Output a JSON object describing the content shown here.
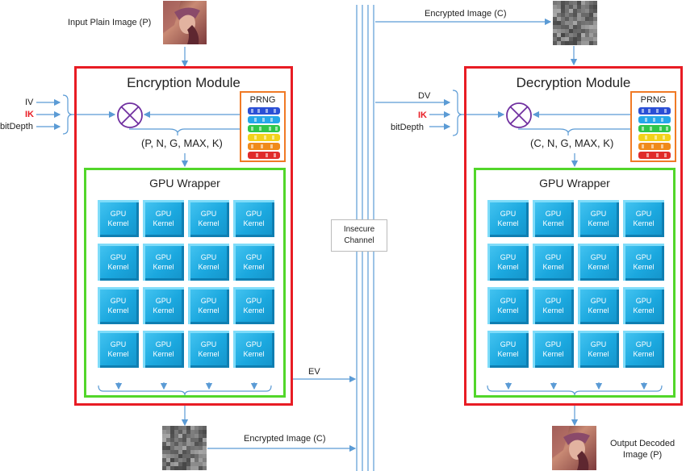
{
  "encryption": {
    "input_label": "Input Plain Image (P)",
    "module_title": "Encryption Module",
    "prng_label": "PRNG",
    "inputs": [
      {
        "label": "IV",
        "highlight": false
      },
      {
        "label": "IK",
        "highlight": true
      },
      {
        "label": "bitDepth",
        "highlight": false
      }
    ],
    "params": "(P, N, G, MAX, K)",
    "wrapper_title": "GPU Wrapper",
    "output_label": "Encrypted Image (C)",
    "ev_label": "EV"
  },
  "channel": {
    "label_line1": "Insecure",
    "label_line2": "Channel"
  },
  "decryption": {
    "input_label": "Encrypted Image (C)",
    "module_title": "Decryption Module",
    "prng_label": "PRNG",
    "inputs": [
      {
        "label": "DV",
        "highlight": false
      },
      {
        "label": "IK",
        "highlight": true
      },
      {
        "label": "bitDepth",
        "highlight": false
      }
    ],
    "params": "(C, N, G, MAX, K)",
    "wrapper_title": "GPU Wrapper",
    "output_label_line1": "Output Decoded",
    "output_label_line2": "Image (P)"
  },
  "kernel": {
    "line1": "GPU",
    "line2": "Kernel"
  },
  "colors": {
    "module_border": "#e81c24",
    "wrapper_border": "#52d62a",
    "prng_border": "#f07a26",
    "kernel_fill": "#1ba8df",
    "arrow": "#5b9bd5",
    "xor": "#7030a0",
    "highlight_text": "#e81c24"
  }
}
